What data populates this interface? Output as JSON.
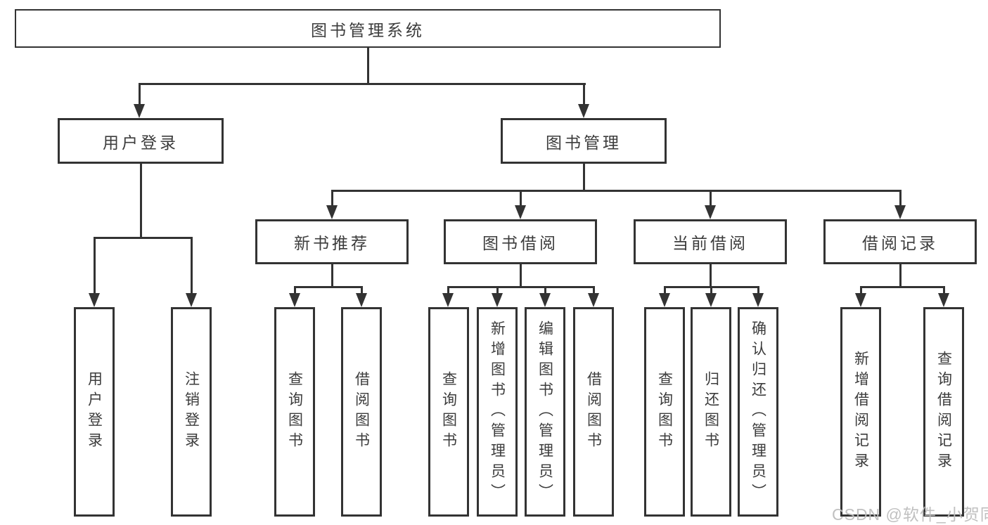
{
  "nodes": {
    "root": "图书管理系统",
    "user_login": "用户登录",
    "book_mgmt": "图书管理",
    "new_book": "新书推荐",
    "book_borrow": "图书借阅",
    "current_borrow": "当前借阅",
    "borrow_record": "借阅记录"
  },
  "leaves": {
    "user_login": [
      "用户登录",
      "注销登录"
    ],
    "new_book": [
      "查询图书",
      "借阅图书"
    ],
    "book_borrow": [
      "查询图书",
      "新增图书（管理员）",
      "编辑图书（管理员）",
      "借阅图书"
    ],
    "current_borrow": [
      "查询图书",
      "归还图书",
      "确认归还（管理员）"
    ],
    "borrow_record": [
      "新增借阅记录",
      "查询借阅记录"
    ]
  },
  "watermark": {
    "text": "CSDN @软件_小贺同学"
  },
  "colors": {
    "line": "#333333",
    "border": "#333333",
    "text": "#3c3c3c",
    "watermark": "#bdbdbd",
    "background": "#ffffff"
  }
}
